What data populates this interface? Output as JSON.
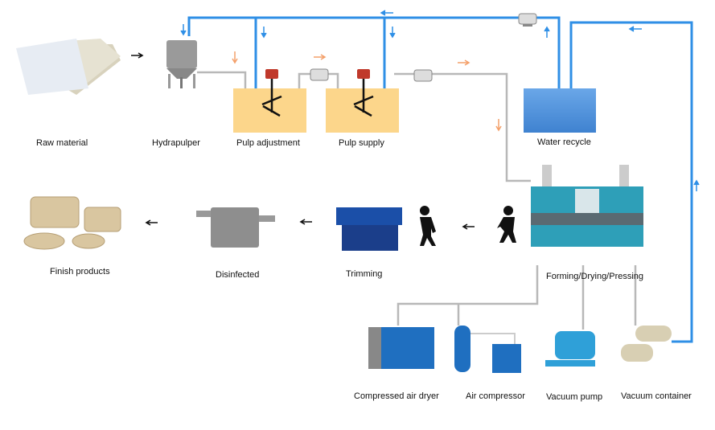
{
  "stages": {
    "raw_material": "Raw material",
    "hydrapulper": "Hydrapulper",
    "pulp_adjustment": "Pulp adjustment",
    "pulp_supply": "Pulp supply",
    "water_recycle": "Water recycle",
    "forming": "Forming/Drying/Pressing",
    "trimming": "Trimming",
    "disinfected": "Disinfected",
    "finish_products": "Finish products",
    "compressed_air_dryer": "Compressed air dryer",
    "air_compressor": "Air compressor",
    "vacuum_pump": "Vacuum pump",
    "vacuum_container": "Vacuum container"
  },
  "colors": {
    "water_pipe": "#2f8fe6",
    "pulp_pipe": "#b5b5b5",
    "pulp_arrow": "#f4a06a",
    "tank": "#fcd68b",
    "water_tank": "#4a8fd8",
    "machine_blue": "#1f6fc0"
  }
}
